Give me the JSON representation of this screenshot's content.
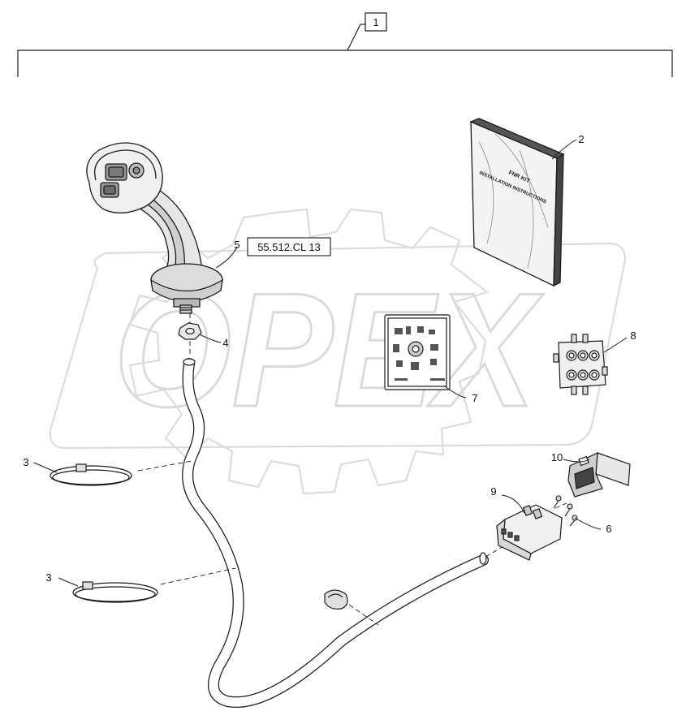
{
  "assembly": {
    "item_number": "1"
  },
  "reference": {
    "label": "55.512.CL 13"
  },
  "watermark": {
    "text": "OPEX",
    "color": "#d9d9d9"
  },
  "book": {
    "title_line1": "FNR KIT",
    "title_line2": "INSTALLATION INSTRUCTIONS"
  },
  "callouts": [
    {
      "id": "joystick",
      "label": "5"
    },
    {
      "id": "nut",
      "label": "4"
    },
    {
      "id": "instructions-book",
      "label": "2"
    },
    {
      "id": "decal",
      "label": "7"
    },
    {
      "id": "connector-receptacle",
      "label": "8"
    },
    {
      "id": "connector-housing",
      "label": "10"
    },
    {
      "id": "connector-plug",
      "label": "9"
    },
    {
      "id": "screw",
      "label": "6"
    },
    {
      "id": "cable-tie-upper",
      "label": "3"
    },
    {
      "id": "cable-tie-lower",
      "label": "3"
    }
  ],
  "colors": {
    "line": "#1a1a1a",
    "part_fill": "#f2f2f2",
    "part_shade": "#bdbdbd"
  }
}
